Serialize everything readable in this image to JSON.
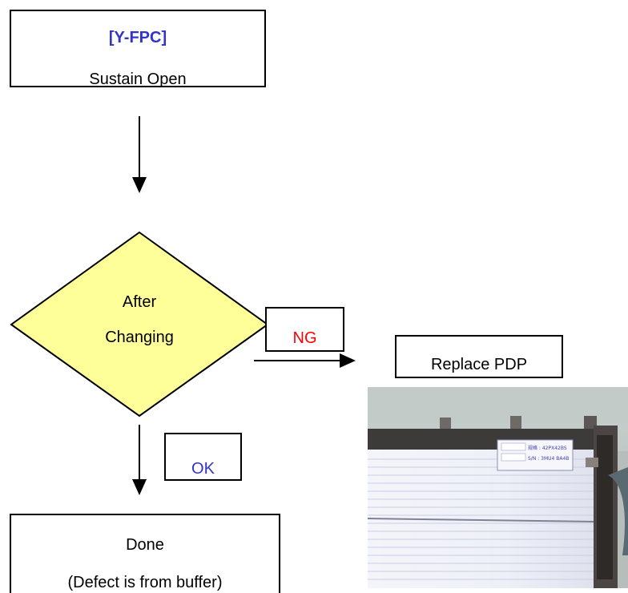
{
  "start_box": {
    "title": "[Y-FPC]",
    "subtitle": "Sustain Open"
  },
  "decision": {
    "line1": "After",
    "line2": "Changing"
  },
  "ng_label": "NG",
  "ok_label": "OK",
  "replace_box": {
    "text": "Replace PDP"
  },
  "done_box": {
    "line1": "Done",
    "line2": "(Defect is from buffer)"
  },
  "colors": {
    "title": "#3333cc",
    "ng": "#ff0000",
    "ok": "#3333cc",
    "diamond_fill": "#ffff99"
  },
  "photo": {
    "label_line1": "规格 : 42PX42BS",
    "label_line2": "S/N : 3MU4 BA4B"
  }
}
